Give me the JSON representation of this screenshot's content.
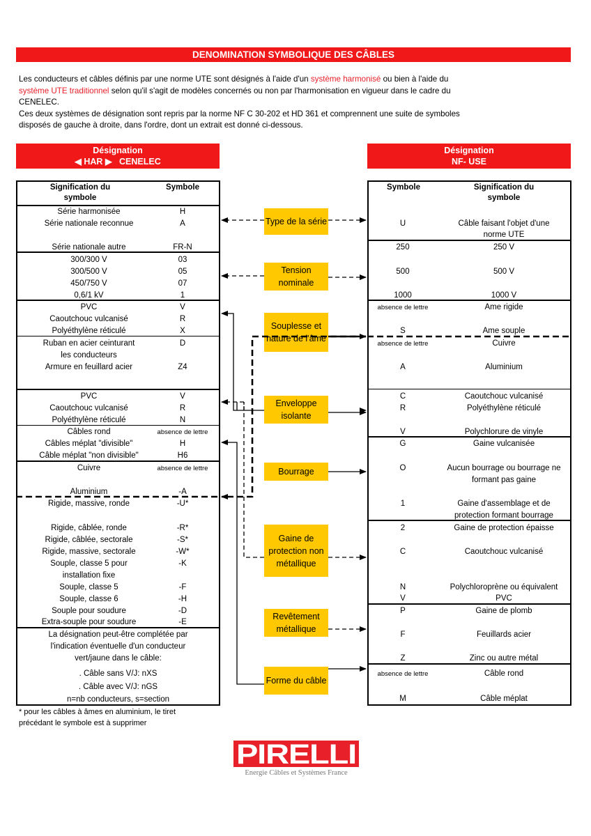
{
  "title": "DENOMINATION SYMBOLIQUE DES CÂBLES",
  "intro": {
    "line1_a": "Les conducteurs et câbles définis par une norme UTE sont désignés à l'aide d'un ",
    "line1_red": "système harmonisé",
    "line1_b": " ou bien à l'aide du",
    "line2_red": "système UTE traditionnel",
    "line2_b": " selon qu'il s'agit de modèles concernés ou non par l'harmonisation en vigueur dans le cadre du",
    "line3": "CENELEC.",
    "line4": "Ces deux systèmes de désignation sont repris par la norme NF C 30-202 et HD 361 et comprennent une suite de symboles",
    "line5": "disposés de gauche à droite, dans l'ordre, dont un extrait est donné ci-dessous."
  },
  "left_header": {
    "line1": "Désignation",
    "har": "HAR",
    "cenelec": "CENELEC"
  },
  "right_header": {
    "line1": "Désignation",
    "line2": "NF- USE"
  },
  "left_cols": {
    "signif1": "Signification du",
    "signif2": "symbole",
    "symbole": "Symbole"
  },
  "right_cols": {
    "symbole": "Symbole",
    "signif1": "Signification du",
    "signif2": "symbole"
  },
  "left_rows": [
    {
      "label": "Série harmonisée",
      "sym": "H"
    },
    {
      "label": "Série nationale reconnue",
      "sym": "A"
    },
    {
      "label": "Série nationale autre",
      "sym": "FR-N"
    },
    {
      "label": "300/300 V",
      "sym": "03"
    },
    {
      "label": "300/500 V",
      "sym": "05"
    },
    {
      "label": "450/750 V",
      "sym": "07"
    },
    {
      "label": "0,6/1 kV",
      "sym": "1"
    },
    {
      "label": "PVC",
      "sym": "V"
    },
    {
      "label": "Caoutchouc vulcanisé",
      "sym": "R"
    },
    {
      "label": "Polyéthylène réticulé",
      "sym": "X"
    },
    {
      "label": "Ruban en acier ceinturant",
      "sym": "D"
    },
    {
      "label": "les conducteurs",
      "sym": ""
    },
    {
      "label": "Armure en feuillard acier",
      "sym": "Z4"
    },
    {
      "label": "PVC",
      "sym": "V"
    },
    {
      "label": "Caoutchouc vulcanisé",
      "sym": "R"
    },
    {
      "label": "Polyéthylène réticulé",
      "sym": "N"
    },
    {
      "label": "Câbles rond",
      "sym": "absence de lettre"
    },
    {
      "label": "Câbles méplat \"divisible\"",
      "sym": "H"
    },
    {
      "label": "Câble méplat \"non divisible\"",
      "sym": "H6"
    },
    {
      "label": "Cuivre",
      "sym": "absence de lettre"
    },
    {
      "label": "Aluminium",
      "sym": "-A"
    },
    {
      "label": "Rigide, massive, ronde",
      "sym": "-U*"
    },
    {
      "label": "Rigide, câblée, ronde",
      "sym": "-R*"
    },
    {
      "label": "Rigide, câblée, sectorale",
      "sym": "-S*"
    },
    {
      "label": "Rigide, massive, sectorale",
      "sym": "-W*"
    },
    {
      "label": "Souple, classe 5 pour",
      "sym": "-K"
    },
    {
      "label": "installation fixe",
      "sym": ""
    },
    {
      "label": "Souple, classe 5",
      "sym": "-F"
    },
    {
      "label": "Souple, classe 6",
      "sym": "-H"
    },
    {
      "label": "Souple pour soudure",
      "sym": "-D"
    },
    {
      "label": "Extra-souple pour soudure",
      "sym": "-E"
    }
  ],
  "left_note": [
    "La désignation peut-être complétée par",
    "l'indication éventuelle d'un conducteur",
    "vert/jaune dans le câble:",
    ". Câble sans V/J: nXS",
    ". Câble avec V/J: nGS",
    "n=nb conducteurs, s=section"
  ],
  "right_rows": [
    {
      "sym": "U",
      "label": "Câble faisant l'objet d'une"
    },
    {
      "sym": "",
      "label": "norme UTE"
    },
    {
      "sym": "250",
      "label": "250 V"
    },
    {
      "sym": "500",
      "label": "500 V"
    },
    {
      "sym": "1000",
      "label": "1000 V"
    },
    {
      "sym": "absence de lettre",
      "label": "Ame rigide"
    },
    {
      "sym": "S",
      "label": "Ame souple"
    },
    {
      "sym": "absence de lettre",
      "label": "Cuivre"
    },
    {
      "sym": "A",
      "label": "Aluminium"
    },
    {
      "sym": "C",
      "label": "Caoutchouc vulcanisé"
    },
    {
      "sym": "R",
      "label": "Polyéthylène réticulé"
    },
    {
      "sym": "V",
      "label": "Polychlorure de vinyle"
    },
    {
      "sym": "G",
      "label": "Gaine vulcanisée"
    },
    {
      "sym": "O",
      "label": "Aucun bourrage ou bourrage ne"
    },
    {
      "sym": "",
      "label": "formant pas gaine"
    },
    {
      "sym": "1",
      "label": "Gaine d'assemblage et de"
    },
    {
      "sym": "",
      "label": "protection formant bourrage"
    },
    {
      "sym": "2",
      "label": "Gaine de protection épaisse"
    },
    {
      "sym": "C",
      "label": "Caoutchouc vulcanisé"
    },
    {
      "sym": "N",
      "label": "Polychloroprène ou équivalent"
    },
    {
      "sym": "V",
      "label": "PVC"
    },
    {
      "sym": "P",
      "label": "Gaine de plomb"
    },
    {
      "sym": "F",
      "label": "Feuillards acier"
    },
    {
      "sym": "Z",
      "label": "Zinc ou autre métal"
    },
    {
      "sym": "absence de lettre",
      "label": "Câble rond"
    },
    {
      "sym": "M",
      "label": "Câble méplat"
    }
  ],
  "boxes": {
    "type_serie": "Type de la série",
    "tension": "Tension nominale",
    "souplesse": "Souplesse et nature de l'âme",
    "enveloppe": "Enveloppe isolante",
    "bourrage": "Bourrage",
    "gaine": "Gaine de protection non métallique",
    "revetement": "Revêtement métallique",
    "forme": "Forme du câble"
  },
  "footnote": {
    "line1": "* pour les câbles à âmes en aluminium, le tiret",
    "line2": "précédant le symbole est à supprimer"
  },
  "logo": {
    "brand": "PIRELLI",
    "tagline": "Energie Câbles et Systèmes France"
  },
  "colors": {
    "red": "#f01818",
    "yellow": "#ffc800"
  }
}
